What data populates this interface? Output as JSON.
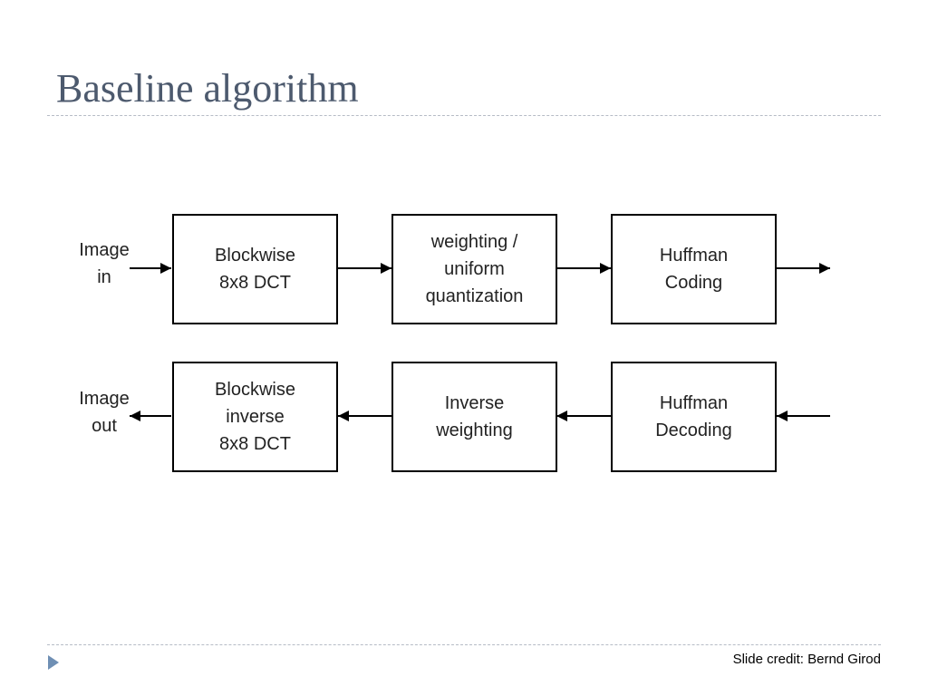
{
  "slide": {
    "title": "Baseline algorithm",
    "credit": "Slide credit: Bernd Girod"
  },
  "encoder": {
    "input_label": [
      "Image",
      "in"
    ],
    "blocks": [
      {
        "lines": [
          "Blockwise",
          "8x8 DCT"
        ]
      },
      {
        "lines": [
          "weighting /",
          "uniform",
          "quantization"
        ]
      },
      {
        "lines": [
          "Huffman",
          "Coding"
        ]
      }
    ]
  },
  "decoder": {
    "output_label": [
      "Image",
      "out"
    ],
    "blocks": [
      {
        "lines": [
          "Blockwise",
          "inverse",
          "8x8 DCT"
        ]
      },
      {
        "lines": [
          "Inverse",
          "weighting"
        ]
      },
      {
        "lines": [
          "Huffman",
          "Decoding"
        ]
      }
    ]
  },
  "colors": {
    "title": "#4d5a6e",
    "rule": "#b6bcc6",
    "bullet": "#6f8fb4"
  }
}
